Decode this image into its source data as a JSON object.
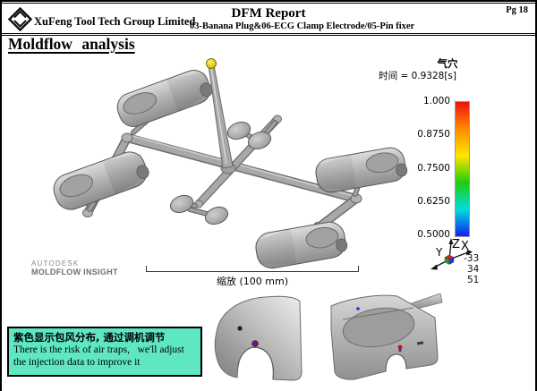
{
  "header": {
    "company": "XuFeng Tool Tech Group Limited",
    "title": "DFM Report",
    "subtitle": "03-Banana Plug&06-ECG Clamp Electrode/05-Pin fixer",
    "page": "Pg 18"
  },
  "section": {
    "title": "Moldflow analysis"
  },
  "viewer": {
    "result_title": "气穴",
    "time_label": "时间 = 0.9328[s]",
    "legend": {
      "ticks": [
        "1.000",
        "0.8750",
        "0.7500",
        "0.6250",
        "0.5000"
      ],
      "colors_top_to_bottom": [
        "#ee1111",
        "#ff8a00",
        "#ffe600",
        "#22cc0a",
        "#00dede",
        "#1420f0"
      ]
    },
    "axes": {
      "x": "X",
      "y": "Y",
      "z": "Z",
      "origin_coords": [
        "-33",
        "34",
        "51"
      ]
    },
    "scale_label": "缩放 (100 mm)",
    "branding": {
      "line1": "AUTODESK",
      "line2": "MOLDFLOW INSIGHT"
    },
    "injection_marker_color": "#e8d51e"
  },
  "note": {
    "zh": "紫色显示包风分布, 通过调机调节",
    "en_line1": "There is the risk of air traps,   we'll adjust",
    "en_line2": "the injection data to improve it",
    "bg_color": "#5fe7c4"
  }
}
